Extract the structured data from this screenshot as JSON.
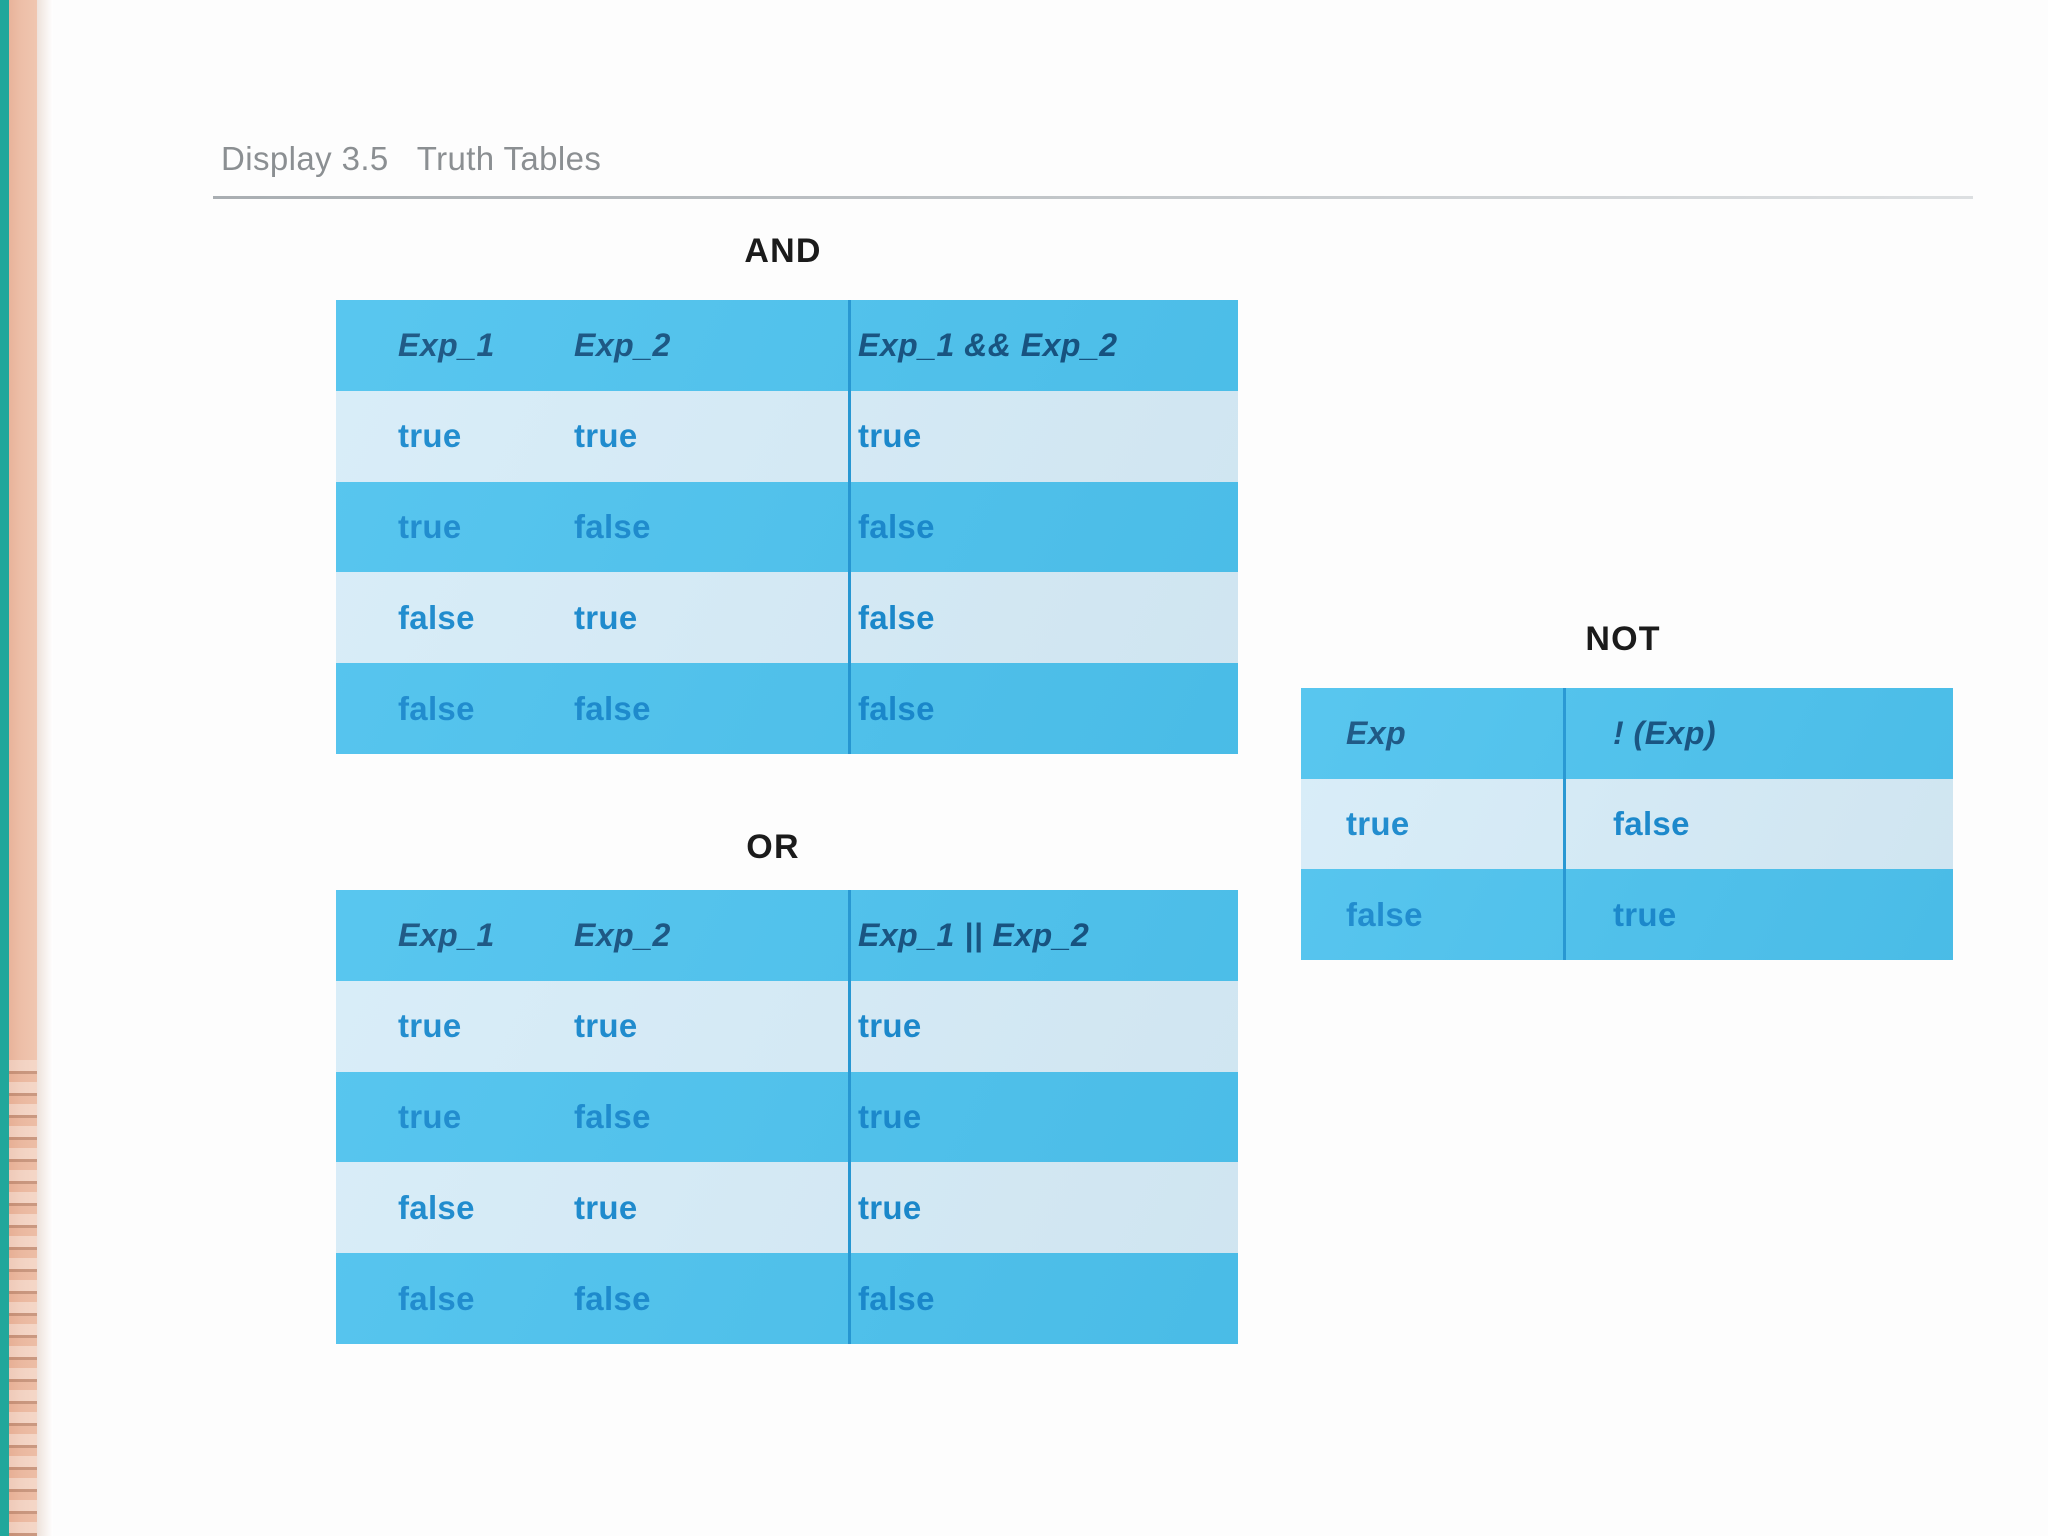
{
  "page": {
    "title": "Display 3.5   Truth Tables",
    "background_color": "#fdfdfd",
    "spine_color": "#21a79b",
    "page_edge_color": "#edbfa8"
  },
  "colors": {
    "band_dark": "#4cc2ee",
    "band_light": "#d6ecf8",
    "header_text": "#12507f",
    "value_text": "#1587cd",
    "divider": "#2196d4",
    "title_text": "#8b8f92"
  },
  "tables": {
    "and": {
      "caption": "AND",
      "headers": [
        "Exp_1",
        "Exp_2",
        "Exp_1 && Exp_2"
      ],
      "rows": [
        [
          "true",
          "true",
          "true"
        ],
        [
          "true",
          "false",
          "false"
        ],
        [
          "false",
          "true",
          "false"
        ],
        [
          "false",
          "false",
          "false"
        ]
      ]
    },
    "or": {
      "caption": "OR",
      "headers": [
        "Exp_1",
        "Exp_2",
        "Exp_1 || Exp_2"
      ],
      "rows": [
        [
          "true",
          "true",
          "true"
        ],
        [
          "true",
          "false",
          "true"
        ],
        [
          "false",
          "true",
          "true"
        ],
        [
          "false",
          "false",
          "false"
        ]
      ]
    },
    "not": {
      "caption": "NOT",
      "headers": [
        "Exp",
        "! (Exp)"
      ],
      "rows": [
        [
          "true",
          "false"
        ],
        [
          "false",
          "true"
        ]
      ]
    }
  }
}
